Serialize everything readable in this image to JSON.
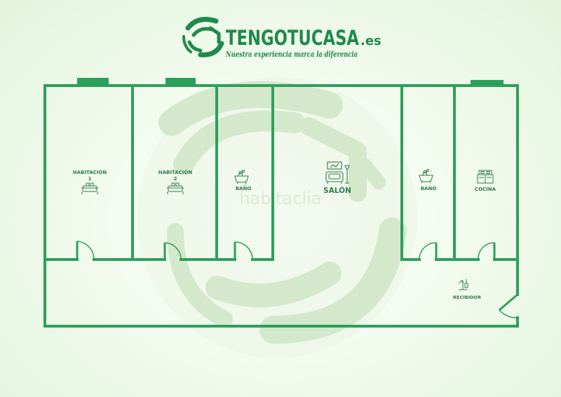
{
  "brand": {
    "name": "TENGOTUCASA",
    "tld": ".es",
    "tagline": "Nuestra experiencia marca la diferencia"
  },
  "watermark": "habitaclia",
  "rooms": [
    {
      "id": "habitacion-1",
      "label_line1": "HABITACIÓN",
      "label_line2": "1",
      "icon": "bed-icon"
    },
    {
      "id": "habitacion-2",
      "label_line1": "HABITACIÓN",
      "label_line2": "2",
      "icon": "bed-icon"
    },
    {
      "id": "bano-1",
      "label_line1": "BAÑO",
      "label_line2": "",
      "icon": "bathtub-icon"
    },
    {
      "id": "salon",
      "label_line1": "SALÓN",
      "label_line2": "",
      "icon": "armchair-icon"
    },
    {
      "id": "bano-2",
      "label_line1": "BAÑO",
      "label_line2": "",
      "icon": "bathtub-icon"
    },
    {
      "id": "cocina",
      "label_line1": "COCINA",
      "label_line2": "",
      "icon": "stove-icon"
    },
    {
      "id": "recibidor",
      "label_line1": "RECIBIDOR",
      "label_line2": "",
      "icon": "coat-hanger-icon"
    }
  ],
  "colors": {
    "wall": "#2ca05a",
    "text": "#2e7d4a",
    "watermark": "#dbead4",
    "brand_dark": "#1f8a4c"
  }
}
